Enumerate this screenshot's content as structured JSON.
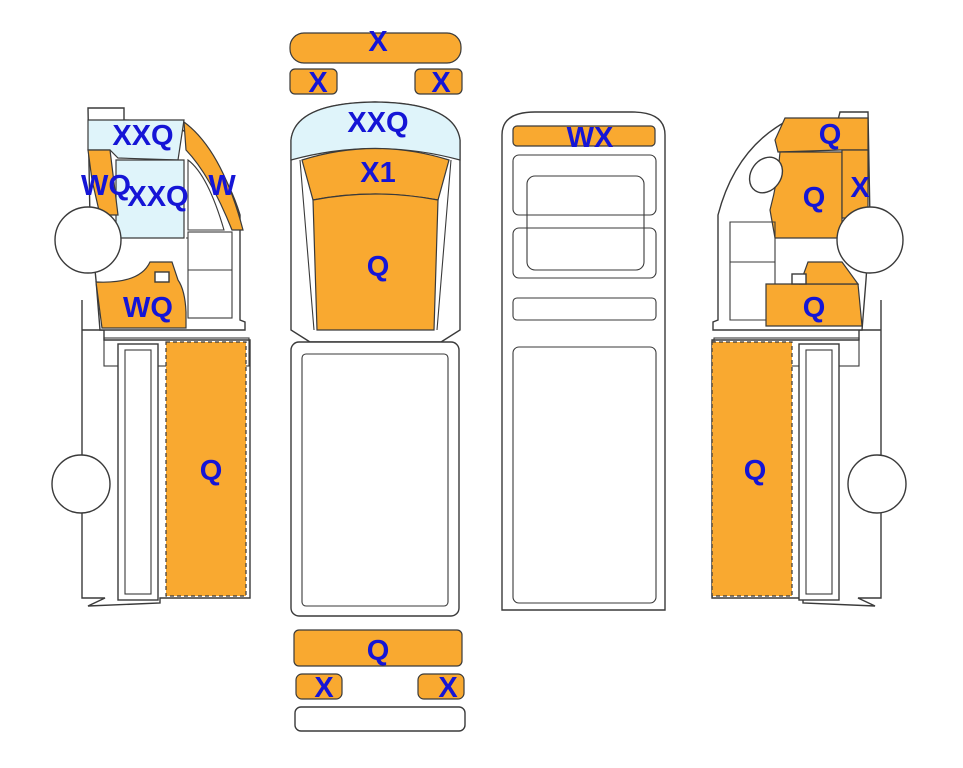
{
  "colors": {
    "panel": "#f9a930",
    "glass": "#dff4fa",
    "label": "#1515d6",
    "outline": "#3a3a3a"
  },
  "labels": {
    "left_windshield": "XXQ",
    "left_a_pillar": "WQ",
    "left_door_glass": "XXQ",
    "left_roof_edge": "W",
    "left_lower_cab": "WQ",
    "left_box_side": "Q",
    "top_front_bumper": "X",
    "top_left_headlight": "X",
    "top_right_headlight": "X",
    "top_windshield": "XXQ",
    "top_hood_front": "X1",
    "top_roof": "Q",
    "top_rear_panel": "Q",
    "top_left_taillight": "X",
    "top_right_taillight": "X",
    "bottom_cab_front": "WX",
    "right_upper_cab": "Q",
    "right_door": "Q",
    "right_pillar": "X",
    "right_lower_cab": "Q",
    "right_box_side": "Q"
  }
}
